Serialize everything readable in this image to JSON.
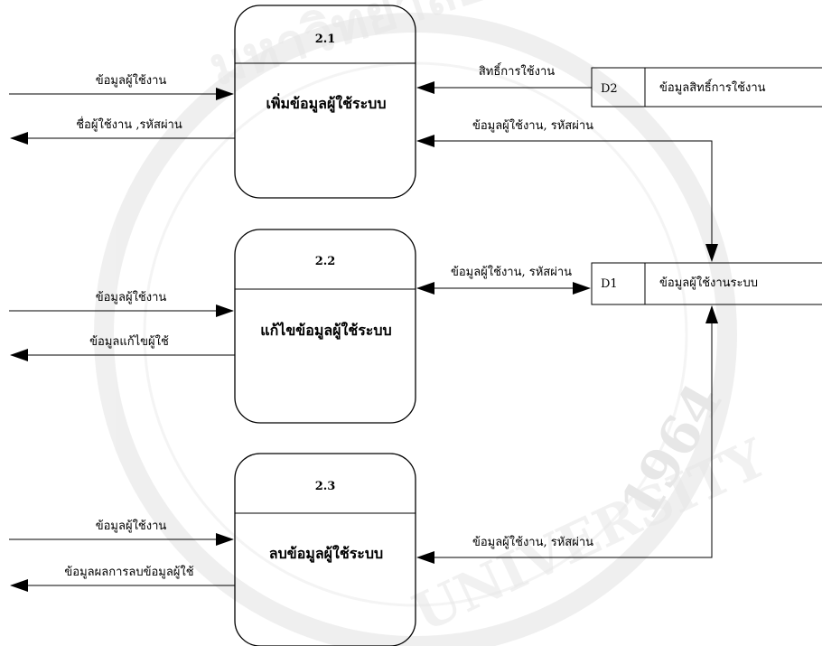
{
  "processes": [
    {
      "id": "2.1",
      "name": "เพิ่มข้อมูลผู้ใช้ระบบ"
    },
    {
      "id": "2.2",
      "name": "แก้ไขข้อมูลผู้ใช้ระบบ"
    },
    {
      "id": "2.3",
      "name": "ลบข้อมูลผู้ใช้ระบบ"
    }
  ],
  "stores": [
    {
      "id": "D2",
      "name": "ข้อมูลสิทธิ์การใช้งาน"
    },
    {
      "id": "D1",
      "name": "ข้อมูลผู้ใช้งานระบบ"
    }
  ],
  "flows": {
    "p1_in": "ข้อมูลผู้ใช้งาน",
    "p1_out": "ชื่อผู้ใช้งาน ,รหัสผ่าน",
    "d2_to_p1": "สิทธิ์การใช้งาน",
    "p1_d1": "ข้อมูลผู้ใช้งาน, รหัสผ่าน",
    "p2_d1": "ข้อมูลผู้ใช้งาน, รหัสผ่าน",
    "p2_in": "ข้อมูลผู้ใช้งาน",
    "p2_out": "ข้อมูลแก้ไขผู้ใช้",
    "p3_in": "ข้อมูลผู้ใช้งาน",
    "p3_out": "ข้อมูลผลการลบข้อมูลผู้ใช้",
    "p3_d1": "ข้อมูลผู้ใช้งาน, รหัสผ่าน"
  },
  "watermark": {
    "text_top": "มหาวิทยาลัย",
    "text_year": "1964",
    "text_bottom": "UNIVERSITY"
  }
}
